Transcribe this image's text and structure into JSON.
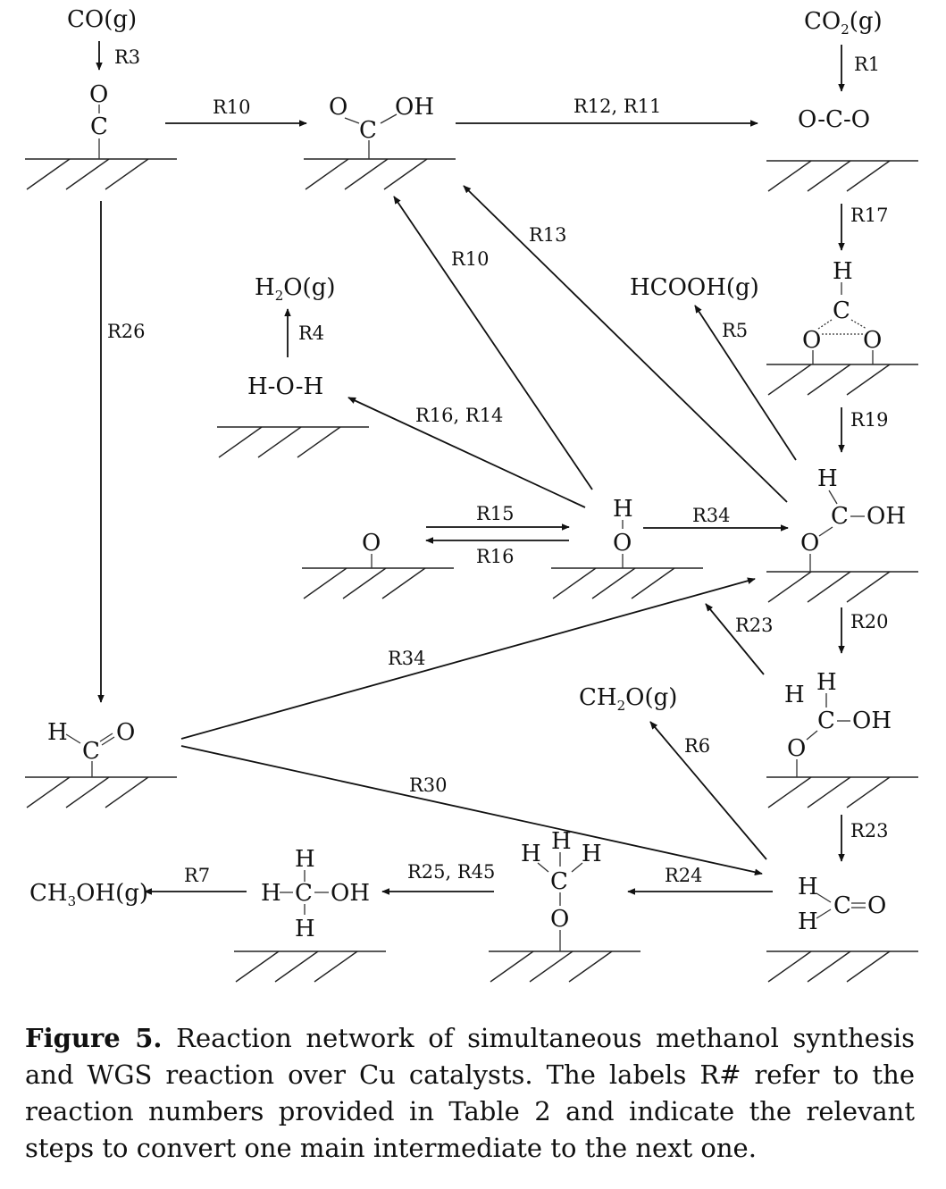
{
  "gas_species": {
    "co": "CO(g)",
    "co2_pre": "CO",
    "co2_sub": "2",
    "co2_post": "(g)",
    "h2o_pre": "H",
    "h2o_sub": "2",
    "h2o_post": "O(g)",
    "hcooh": "HCOOH(g)",
    "ch2o_pre": "CH",
    "ch2o_sub": "2",
    "ch2o_post": "O(g)",
    "ch3oh_pre": "CH",
    "ch3oh_sub": "3",
    "ch3oh_post": "OH(g)"
  },
  "atoms": {
    "O": "O",
    "C": "C",
    "H": "H",
    "OH": "OH",
    "HOH": "H-O-H",
    "OCO": "O-C-O"
  },
  "reactions": {
    "r1": "R1",
    "r3": "R3",
    "r4": "R4",
    "r5": "R5",
    "r6": "R6",
    "r7": "R7",
    "r10_top": "R10",
    "r10_diag": "R10",
    "r12_r11": "R12, R11",
    "r13": "R13",
    "r15": "R15",
    "r16": "R16",
    "r16_r14": "R16, R14",
    "r17": "R17",
    "r19": "R19",
    "r20": "R20",
    "r23_diag": "R23",
    "r23_down": "R23",
    "r24": "R24",
    "r25_r45": "R25, R45",
    "r26": "R26",
    "r30": "R30",
    "r34_diag": "R34",
    "r34_right": "R34"
  },
  "caption": {
    "label": "Figure 5.",
    "text": "Reaction network of simultaneous methanol synthesis and WGS reaction over Cu catalysts. The labels R# refer to the reaction numbers provided in Table 2 and indicate the relevant steps to convert one main intermediate to the next one."
  }
}
